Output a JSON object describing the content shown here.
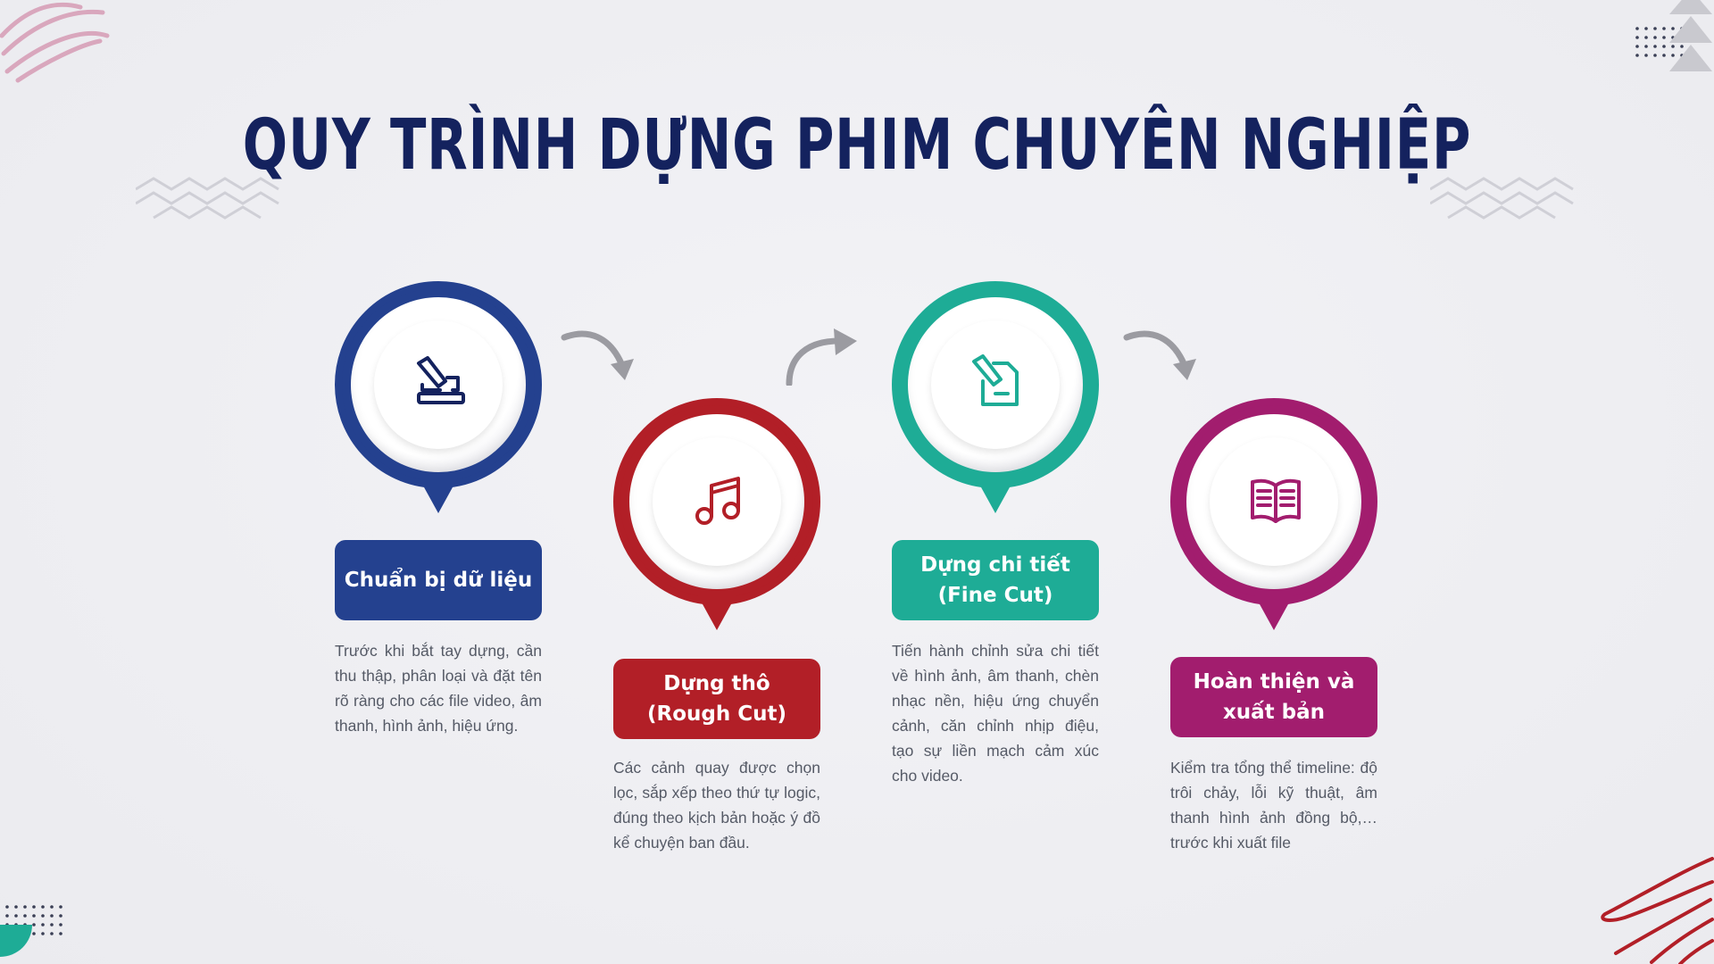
{
  "title": "QUY TRÌNH DỰNG PHIM CHUYÊN NGHIỆP",
  "colors": {
    "title": "#14225e",
    "blue": "#24418f",
    "red": "#b21f27",
    "teal": "#1eac96",
    "magenta": "#a21d6e",
    "arrow": "#9b9ba1",
    "body_text": "#555a66"
  },
  "steps": [
    {
      "label": "Chuẩn bị dữ liệu",
      "description": "Trước khi bắt tay dựng, cần thu thập, phân loại và đặt tên rõ ràng cho các file video, âm thanh, hình ảnh, hiệu ứng.",
      "icon": "file-edit-icon",
      "color": "#24418f"
    },
    {
      "label": "Dựng thô\n(Rough Cut)",
      "description": "Các cảnh quay được chọn lọc, sắp xếp theo thứ tự logic, đúng theo kịch bản hoặc ý đồ kể chuyện ban đầu.",
      "icon": "music-note-icon",
      "color": "#b21f27"
    },
    {
      "label": "Dựng chi tiết\n(Fine Cut)",
      "description": "Tiến hành chỉnh sửa chi tiết về hình ảnh, âm thanh, chèn nhạc nền, hiệu ứng chuyển cảnh, căn chỉnh nhịp điệu, tạo sự liền mạch cảm xúc cho video.",
      "icon": "document-edit-icon",
      "color": "#1eac96"
    },
    {
      "label": "Hoàn thiện và\nxuất bản",
      "description": "Kiểm tra tổng thể timeline: độ trôi chảy, lỗi kỹ thuật, âm thanh hình ảnh đồng bộ,… trước khi xuất file",
      "icon": "open-book-icon",
      "color": "#a21d6e"
    }
  ]
}
